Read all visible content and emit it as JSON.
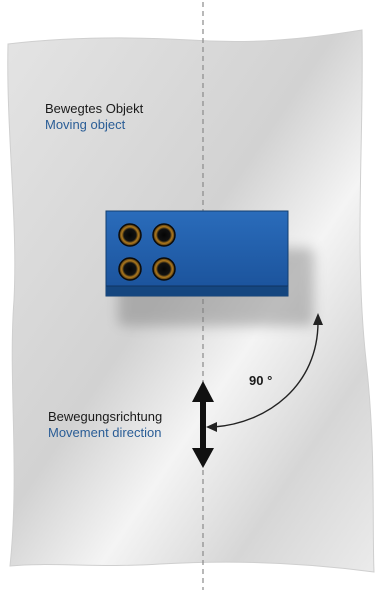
{
  "labels": {
    "moving_object": {
      "de": "Bewegtes Objekt",
      "en": "Moving object"
    },
    "movement_direction": {
      "de": "Bewegungsrichtung",
      "en": "Movement direction"
    },
    "angle": "90 °"
  },
  "colors": {
    "object_body": "#1f5ea8",
    "object_dark": "#15467f",
    "translated_text": "#2a5d96",
    "arrow": "#1a1a1a",
    "sheet": "#e6e6e6",
    "centerline": "#8a8a8a"
  }
}
